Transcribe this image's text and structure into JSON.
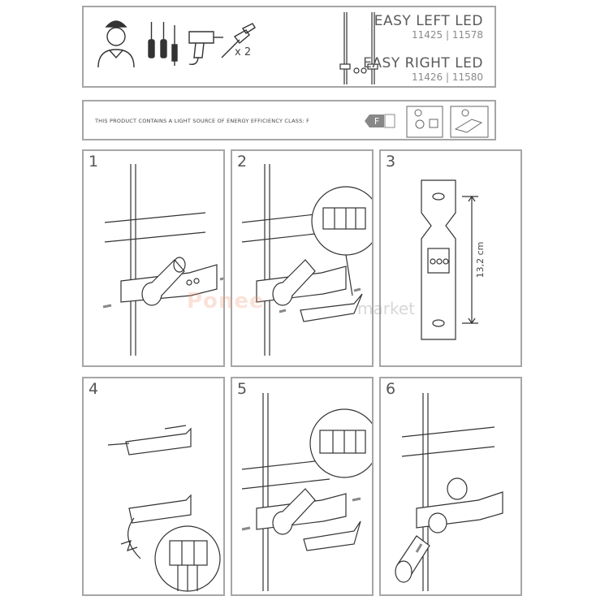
{
  "header": {
    "product_left_title": "EASY LEFT LED",
    "product_left_codes": "11425 | 11578",
    "product_right_title": "EASY RIGHT LED",
    "product_right_codes": "11426 | 11580",
    "screw_count": "x 2"
  },
  "energy": {
    "notice": "THIS PRODUCT CONTAINS A LIGHT SOURCE OF ENERGY EFFICIENCY CLASS: F",
    "class_letter": "F"
  },
  "steps": {
    "s1": "1",
    "s2": "2",
    "s3": "3",
    "s4": "4",
    "s5": "5",
    "s6": "6"
  },
  "dimension": {
    "label": "13,2 cm"
  },
  "watermark": {
    "brand": "Ponee",
    "market": "market"
  },
  "icons": [
    "installer-icon",
    "screwdriver-icon",
    "drill-icon",
    "screw-anchor-icon",
    "energy-label-icon",
    "lamp-icon",
    "parts-icon"
  ]
}
